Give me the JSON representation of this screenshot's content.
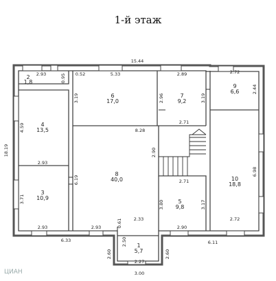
{
  "title": "1-й этаж",
  "watermark": "ЦИАН",
  "rooms": [
    {
      "id": "1",
      "area": "5,7"
    },
    {
      "id": "2",
      "area": "1,8"
    },
    {
      "id": "3",
      "area": "10,9"
    },
    {
      "id": "4",
      "area": "13,5"
    },
    {
      "id": "5",
      "area": "9,8"
    },
    {
      "id": "6",
      "area": "17,0"
    },
    {
      "id": "7",
      "area": "9,2"
    },
    {
      "id": "8",
      "area": "40,0"
    },
    {
      "id": "9",
      "area": "6,6"
    },
    {
      "id": "10",
      "area": "18,8"
    }
  ],
  "dims": {
    "overall_top": "15.44",
    "overall_left": "18.19",
    "overall_bottom": "6.33",
    "overall_bottom_right": "6.11",
    "r2_w": "2.93",
    "r2_h": "0.95",
    "r2_stub": "0.52",
    "r6_w": "5.33",
    "r6_h": "3.19",
    "r7_w": "2.89",
    "r7_h_l": "2.96",
    "r7_h_r": "3.19",
    "r9_w": "2.72",
    "r9_h": "2.44",
    "r4_h": "4.59",
    "r4_w": "2.93",
    "r3_h": "3.71",
    "r3_w": "2.93",
    "r8_w": "8.28",
    "r8_h": "6.19",
    "r8_bottom": "2.93",
    "r8_stair": "2.90",
    "r8_step": "0.61",
    "r7_bottom": "2.71",
    "r5_top": "2.71",
    "r5_h_l": "3.80",
    "r5_h_r": "3.17",
    "r5_w": "2.90",
    "r10_h": "6.98",
    "r10_w": "2.72",
    "r1_top": "2.33",
    "r1_h_l": "2.50",
    "r1_w": "2.27",
    "r1_h_out_l": "2.60",
    "r1_h_out_r": "2.60",
    "r1_bottom": "3.00"
  }
}
